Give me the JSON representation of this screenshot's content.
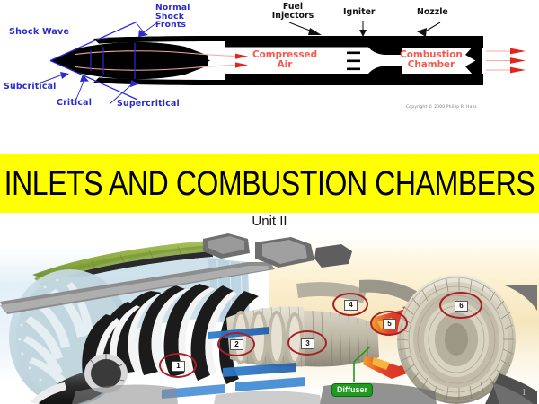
{
  "slide": {
    "title": "INLETS AND COMBUSTION CHAMBERS",
    "subtitle": "Unit II",
    "page_number": "1",
    "title_band_color": "#FFFF00",
    "title_text_color": "#000000"
  },
  "top_diagram": {
    "name": "supersonic-inlet-ramjet-schematic",
    "copyright": "Copyright © 2000 Phillip R. Hays",
    "blue_labels": [
      {
        "text": "Shock Wave",
        "color": "#2A2AD0"
      },
      {
        "text": "Normal\nShock\nFronts",
        "color": "#2A2AD0"
      },
      {
        "text": "Subcritical",
        "color": "#2A2AD0"
      },
      {
        "text": "Critical",
        "color": "#2A2AD0"
      },
      {
        "text": "Supercritical",
        "color": "#2A2AD0"
      }
    ],
    "black_labels": [
      {
        "text": "Fuel\nInjectors",
        "color": "#111111"
      },
      {
        "text": "Igniter",
        "color": "#111111"
      },
      {
        "text": "Nozzle",
        "color": "#111111"
      }
    ],
    "red_labels": [
      {
        "text": "Compressed\nAir",
        "color": "#F4594F"
      },
      {
        "text": "Combustion\nChamber",
        "color": "#F4594F"
      }
    ],
    "label_shock_wave": "Shock Wave",
    "label_normal_shock_1": "Normal",
    "label_normal_shock_2": "Shock",
    "label_normal_shock_3": "Fronts",
    "label_subcritical": "Subcritical",
    "label_critical": "Critical",
    "label_supercritical": "Supercritical",
    "label_fuel_1": "Fuel",
    "label_fuel_2": "Injectors",
    "label_igniter": "Igniter",
    "label_nozzle": "Nozzle",
    "label_compressed_1": "Compressed",
    "label_compressed_2": "Air",
    "label_combustion_1": "Combustion",
    "label_combustion_2": "Chamber"
  },
  "engine_image": {
    "name": "turbofan-engine-cutaway",
    "diffuser_label": "Diffuser",
    "diffuser_color": "#1F9B20",
    "callout_ring_color": "#A81F26",
    "callouts": [
      {
        "number": "1"
      },
      {
        "number": "2"
      },
      {
        "number": "3"
      },
      {
        "number": "4"
      },
      {
        "number": "5"
      },
      {
        "number": "6"
      }
    ]
  }
}
